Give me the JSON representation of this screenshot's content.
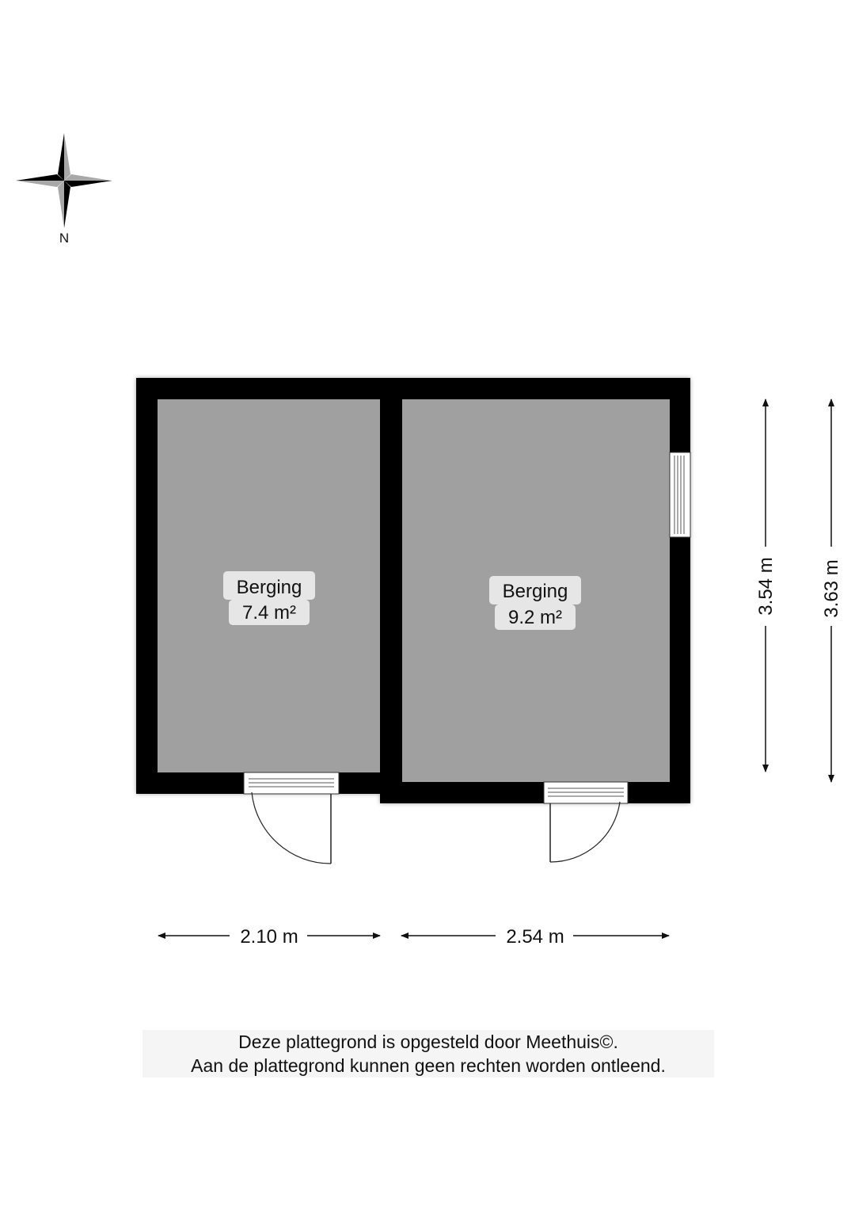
{
  "compass": {
    "north_label": "N"
  },
  "rooms": [
    {
      "name": "Berging",
      "area": "7.4 m²"
    },
    {
      "name": "Berging",
      "area": "9.2 m²"
    }
  ],
  "dimensions": {
    "width_left": "2.10 m",
    "width_right": "2.54 m",
    "height_inner": "3.54 m",
    "height_outer": "3.63 m"
  },
  "disclaimer": {
    "line1": "Deze plattegrond is opgesteld door Meethuis©.",
    "line2": "Aan de plattegrond kunnen geen rechten worden ontleend."
  },
  "colors": {
    "wall": "#000000",
    "floor": "#a0a0a0",
    "label_bg": "#e6e6e6",
    "compass_light": "#a8a8a8"
  }
}
